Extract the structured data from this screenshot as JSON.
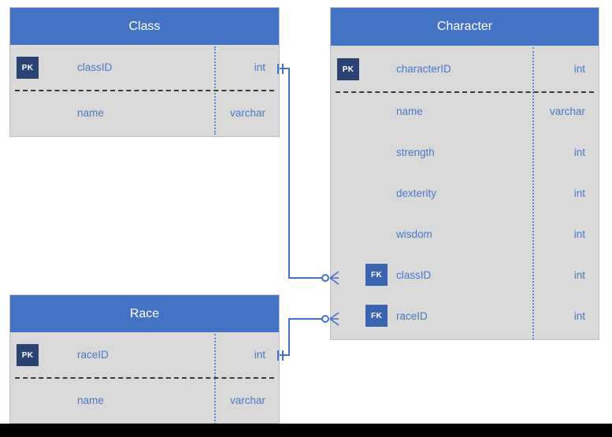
{
  "diagram": {
    "type": "entity-relationship-diagram",
    "notation": "crows-foot",
    "colors": {
      "header": "#4472c4",
      "body": "#d9d9d9",
      "text": "#4a7ac7",
      "pk_badge": "#2a4372",
      "fk_badge": "#3a63b0",
      "connector": "#4472c4",
      "header_text": "#ffffff"
    },
    "entities": [
      {
        "id": "class",
        "title": "Class",
        "attributes": [
          {
            "key": "PK",
            "name": "classID",
            "type": "int"
          },
          {
            "key": "",
            "name": "name",
            "type": "varchar"
          }
        ]
      },
      {
        "id": "character",
        "title": "Character",
        "attributes": [
          {
            "key": "PK",
            "name": "characterID",
            "type": "int"
          },
          {
            "key": "",
            "name": "name",
            "type": "varchar"
          },
          {
            "key": "",
            "name": "strength",
            "type": "int"
          },
          {
            "key": "",
            "name": "dexterity",
            "type": "int"
          },
          {
            "key": "",
            "name": "wisdom",
            "type": "int"
          },
          {
            "key": "FK",
            "name": "classID",
            "type": "int"
          },
          {
            "key": "FK",
            "name": "raceID",
            "type": "int"
          }
        ]
      },
      {
        "id": "race",
        "title": "Race",
        "attributes": [
          {
            "key": "PK",
            "name": "raceID",
            "type": "int"
          },
          {
            "key": "",
            "name": "name",
            "type": "varchar"
          }
        ]
      }
    ],
    "relationships": [
      {
        "id": "class-character",
        "from_entity": "Class",
        "from_attribute": "classID",
        "from_cardinality": "one",
        "to_entity": "Character",
        "to_attribute": "classID",
        "to_cardinality": "zero-or-many"
      },
      {
        "id": "race-character",
        "from_entity": "Race",
        "from_attribute": "raceID",
        "from_cardinality": "one",
        "to_entity": "Character",
        "to_attribute": "raceID",
        "to_cardinality": "zero-or-many"
      }
    ]
  }
}
